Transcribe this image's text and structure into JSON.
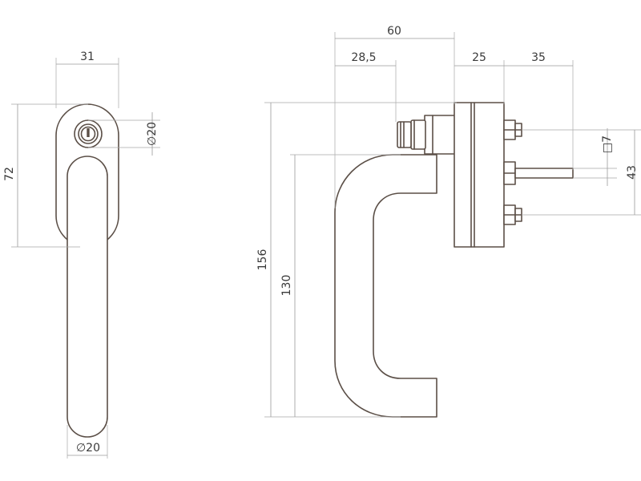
{
  "dimensions": {
    "front_width": "31",
    "front_height": "72",
    "rosette_diameter": "∅20",
    "handle_diameter": "∅20",
    "side_total": "60",
    "side_key_offset": "28,5",
    "side_rose": "25",
    "side_spindle": "35",
    "total_height": "156",
    "grip_height": "130",
    "spindle_square": "□7",
    "screw_spacing": "43"
  },
  "colors": {
    "outline": "#5b4f47",
    "dimension_line": "#a8a8a8",
    "text": "#3a3a3a"
  }
}
